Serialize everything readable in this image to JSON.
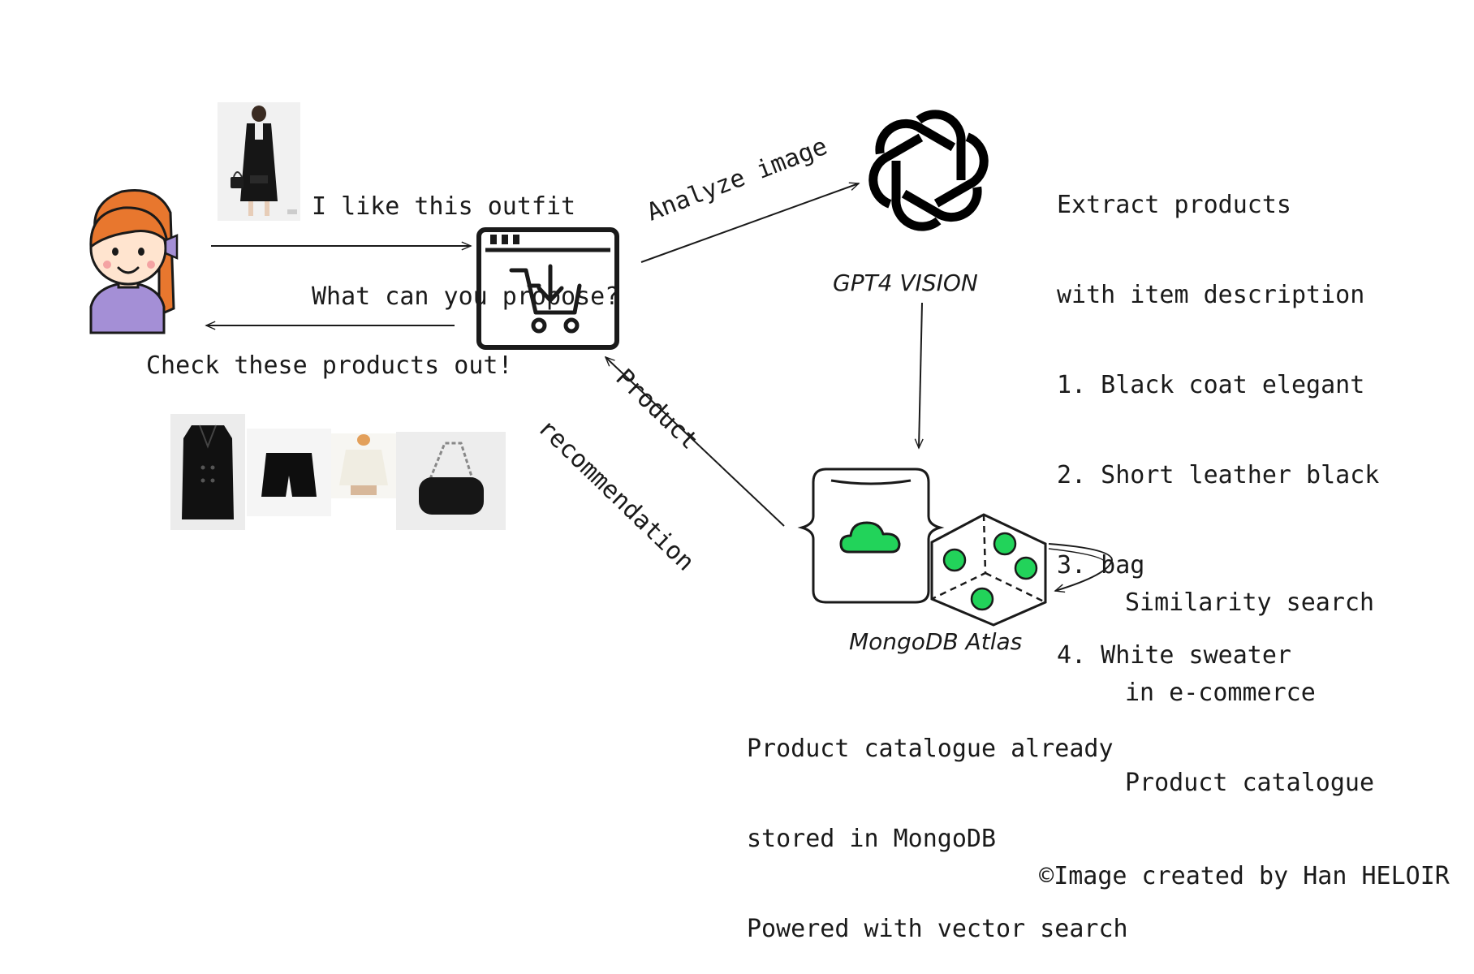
{
  "user_prompt": {
    "line1": "I like this outfit",
    "line2": "What can you propose?"
  },
  "response_text": "Check these products out!",
  "arrow_labels": {
    "analyze": "Analyze image",
    "recommend_line1": "Product",
    "recommend_line2": "recommendation"
  },
  "gpt": {
    "label": "GPT4 VISION",
    "extract_lines": [
      "Extract products",
      "with item description",
      "1. Black coat elegant",
      "2. Short leather black",
      "3. bag",
      "4. White sweater"
    ]
  },
  "mongodb": {
    "label": "MongoDB Atlas",
    "similarity_lines": [
      "Similarity search",
      "in e-commerce",
      "Product catalogue"
    ],
    "catalogue_lines": [
      "Product catalogue already",
      "stored in MongoDB",
      "Powered with vector search"
    ]
  },
  "credit": "Image created by Han HELOIR",
  "icons": {
    "user": "user-avatar-icon",
    "shop": "shopping-cart-browser-icon",
    "gpt": "openai-logo-icon",
    "db": "database-icon",
    "cloud": "cloud-icon",
    "vector": "vector-cube-icon"
  },
  "colors": {
    "accent_green": "#22d35a",
    "hair_orange": "#e8772e",
    "shirt_purple": "#a48fd6",
    "ink": "#1a1a1a"
  }
}
